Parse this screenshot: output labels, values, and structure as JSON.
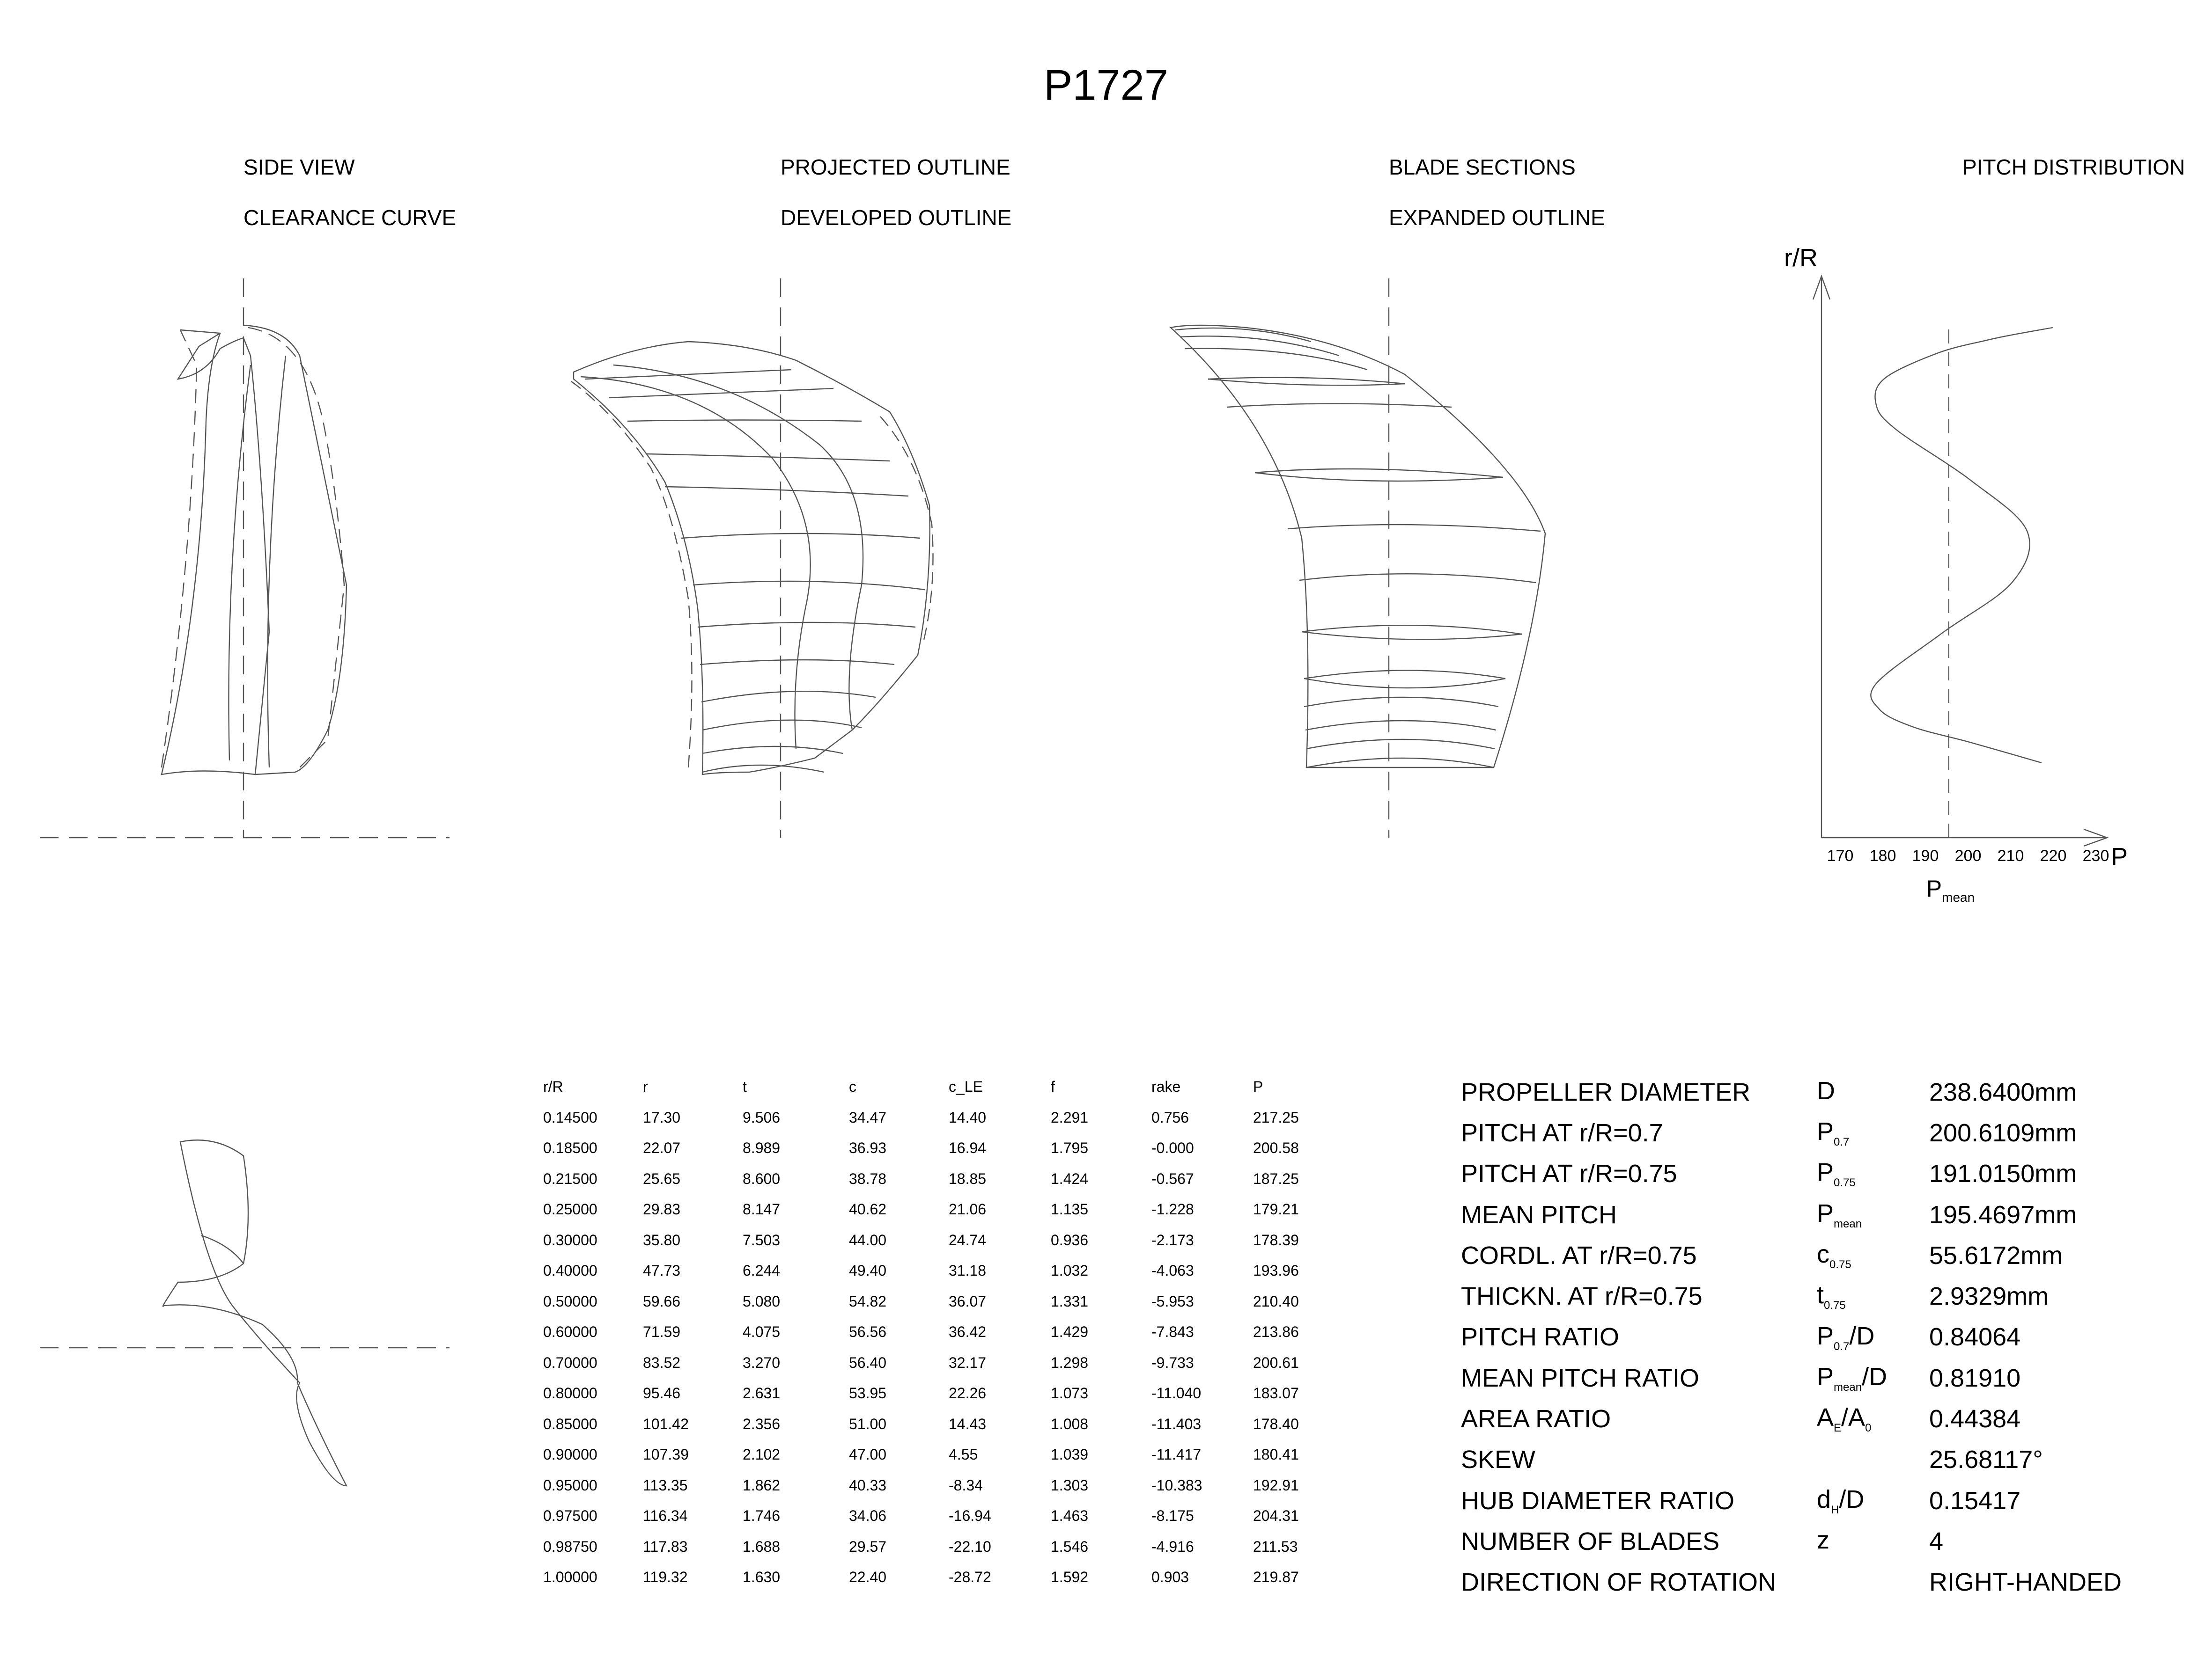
{
  "title": "P1727",
  "headers": {
    "side_view": "SIDE VIEW",
    "clearance_curve": "CLEARANCE CURVE",
    "projected_outline": "PROJECTED OUTLINE",
    "developed_outline": "DEVELOPED OUTLINE",
    "blade_sections": "BLADE SECTIONS",
    "expanded_outline": "EXPANDED OUTLINE",
    "pitch_distribution": "PITCH DISTRIBUTION"
  },
  "chart_data": {
    "type": "line",
    "title": "PITCH DISTRIBUTION",
    "xlabel": "P",
    "ylabel": "r/R",
    "x_ticks": [
      "170",
      "180",
      "190",
      "200",
      "210",
      "220",
      "230"
    ],
    "xlim": [
      165,
      235
    ],
    "ylim": [
      0.1,
      1.0
    ],
    "mean_label_main": "P",
    "mean_label_sub": "mean",
    "mean_value": 195.4697,
    "series": [
      {
        "x": [
          217.25,
          200.58,
          187.25,
          179.21,
          178.39,
          193.96,
          210.4,
          213.86,
          200.61,
          183.07,
          178.4,
          180.41,
          192.91,
          204.31,
          211.53,
          219.87
        ],
        "y": [
          0.145,
          0.185,
          0.215,
          0.25,
          0.3,
          0.4,
          0.5,
          0.6,
          0.7,
          0.8,
          0.85,
          0.9,
          0.95,
          0.975,
          0.9875,
          1.0
        ]
      }
    ]
  },
  "section_table": {
    "headers": [
      "r/R",
      "r",
      "t",
      "c",
      "c_LE",
      "f",
      "rake",
      "P"
    ],
    "rows": [
      [
        "0.14500",
        "17.30",
        "9.506",
        "34.47",
        "14.40",
        "2.291",
        "0.756",
        "217.25"
      ],
      [
        "0.18500",
        "22.07",
        "8.989",
        "36.93",
        "16.94",
        "1.795",
        "-0.000",
        "200.58"
      ],
      [
        "0.21500",
        "25.65",
        "8.600",
        "38.78",
        "18.85",
        "1.424",
        "-0.567",
        "187.25"
      ],
      [
        "0.25000",
        "29.83",
        "8.147",
        "40.62",
        "21.06",
        "1.135",
        "-1.228",
        "179.21"
      ],
      [
        "0.30000",
        "35.80",
        "7.503",
        "44.00",
        "24.74",
        "0.936",
        "-2.173",
        "178.39"
      ],
      [
        "0.40000",
        "47.73",
        "6.244",
        "49.40",
        "31.18",
        "1.032",
        "-4.063",
        "193.96"
      ],
      [
        "0.50000",
        "59.66",
        "5.080",
        "54.82",
        "36.07",
        "1.331",
        "-5.953",
        "210.40"
      ],
      [
        "0.60000",
        "71.59",
        "4.075",
        "56.56",
        "36.42",
        "1.429",
        "-7.843",
        "213.86"
      ],
      [
        "0.70000",
        "83.52",
        "3.270",
        "56.40",
        "32.17",
        "1.298",
        "-9.733",
        "200.61"
      ],
      [
        "0.80000",
        "95.46",
        "2.631",
        "53.95",
        "22.26",
        "1.073",
        "-11.040",
        "183.07"
      ],
      [
        "0.85000",
        "101.42",
        "2.356",
        "51.00",
        "14.43",
        "1.008",
        "-11.403",
        "178.40"
      ],
      [
        "0.90000",
        "107.39",
        "2.102",
        "47.00",
        "4.55",
        "1.039",
        "-11.417",
        "180.41"
      ],
      [
        "0.95000",
        "113.35",
        "1.862",
        "40.33",
        "-8.34",
        "1.303",
        "-10.383",
        "192.91"
      ],
      [
        "0.97500",
        "116.34",
        "1.746",
        "34.06",
        "-16.94",
        "1.463",
        "-8.175",
        "204.31"
      ],
      [
        "0.98750",
        "117.83",
        "1.688",
        "29.57",
        "-22.10",
        "1.546",
        "-4.916",
        "211.53"
      ],
      [
        "1.00000",
        "119.32",
        "1.630",
        "22.40",
        "-28.72",
        "1.592",
        "0.903",
        "219.87"
      ]
    ]
  },
  "properties": [
    {
      "label": "PROPELLER DIAMETER",
      "sym": "D",
      "sub": "",
      "post": "",
      "value": "238.6400mm"
    },
    {
      "label": "PITCH AT r/R=0.7",
      "sym": "P",
      "sub": "0.7",
      "post": "",
      "value": "200.6109mm"
    },
    {
      "label": "PITCH AT r/R=0.75",
      "sym": "P",
      "sub": "0.75",
      "post": "",
      "value": "191.0150mm"
    },
    {
      "label": "MEAN PITCH",
      "sym": "P",
      "sub": "mean",
      "post": "",
      "value": "195.4697mm"
    },
    {
      "label": "CORDL. AT r/R=0.75",
      "sym": "c",
      "sub": "0.75",
      "post": "",
      "value": "55.6172mm"
    },
    {
      "label": "THICKN. AT r/R=0.75",
      "sym": "t",
      "sub": "0.75",
      "post": "",
      "value": "2.9329mm"
    },
    {
      "label": "PITCH RATIO",
      "sym": "P",
      "sub": "0.7",
      "post": "/D",
      "value": "0.84064"
    },
    {
      "label": "MEAN PITCH RATIO",
      "sym": "P",
      "sub": "mean",
      "post": "/D",
      "value": "0.81910"
    },
    {
      "label": "AREA RATIO",
      "sym": "A",
      "sub": "E",
      "post": "/A",
      "post_sub": "0",
      "value": "0.44384"
    },
    {
      "label": "SKEW",
      "sym": "",
      "sub": "",
      "post": "",
      "value": "25.68117°"
    },
    {
      "label": "HUB DIAMETER RATIO",
      "sym": "d",
      "sub": "H",
      "post": "/D",
      "value": "0.15417"
    },
    {
      "label": "NUMBER OF BLADES",
      "sym": "z",
      "sub": "",
      "post": "",
      "value": "4"
    },
    {
      "label": "DIRECTION OF ROTATION",
      "sym": "",
      "sub": "",
      "post": "",
      "value": "RIGHT-HANDED"
    }
  ]
}
